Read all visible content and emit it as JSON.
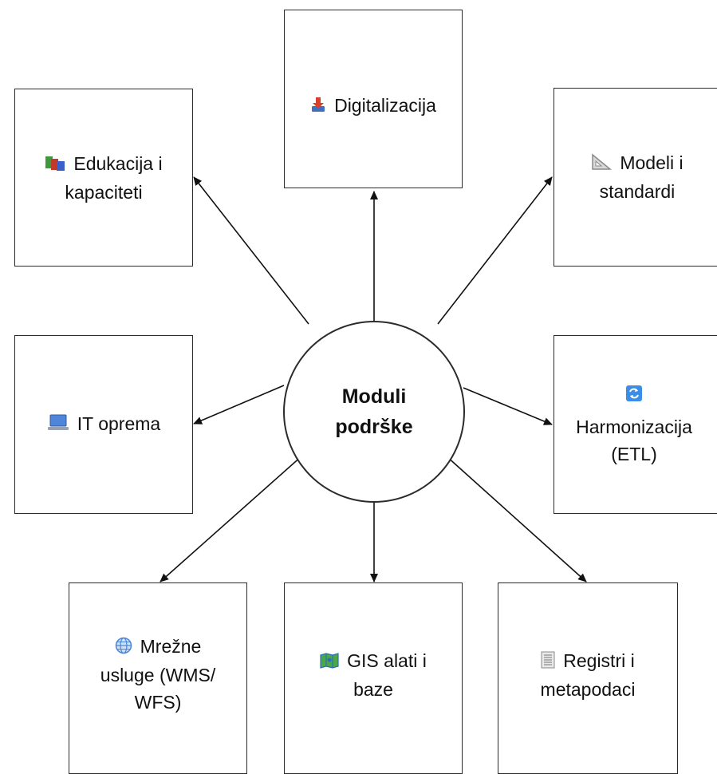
{
  "center": {
    "line1": "Moduli",
    "line2": "podrške"
  },
  "modules": {
    "digitalizacija": {
      "label": "Digitalizacija",
      "icon": "download-icon"
    },
    "edukacija": {
      "line1": "Edukacija i",
      "line2": "kapaciteti",
      "icon": "books-icon"
    },
    "modeli": {
      "line1": "Modeli i",
      "line2": "standardi",
      "icon": "set-square-icon"
    },
    "it_oprema": {
      "label": "IT oprema",
      "icon": "laptop-icon"
    },
    "harmonizacija": {
      "line1": "Harmonizacija",
      "line2": "(ETL)",
      "icon": "refresh-icon"
    },
    "mrezne_usluge": {
      "line1": "Mrežne",
      "line2": "usluge (WMS/",
      "line3": "WFS)",
      "icon": "globe-icon"
    },
    "gis": {
      "line1": "GIS alati i",
      "line2": "baze",
      "icon": "map-icon"
    },
    "registri": {
      "line1": "Registri i",
      "line2": "metapodaci",
      "icon": "document-icon"
    }
  },
  "colors": {
    "stroke": "#2b2b2b",
    "text": "#111111",
    "background": "#ffffff"
  }
}
